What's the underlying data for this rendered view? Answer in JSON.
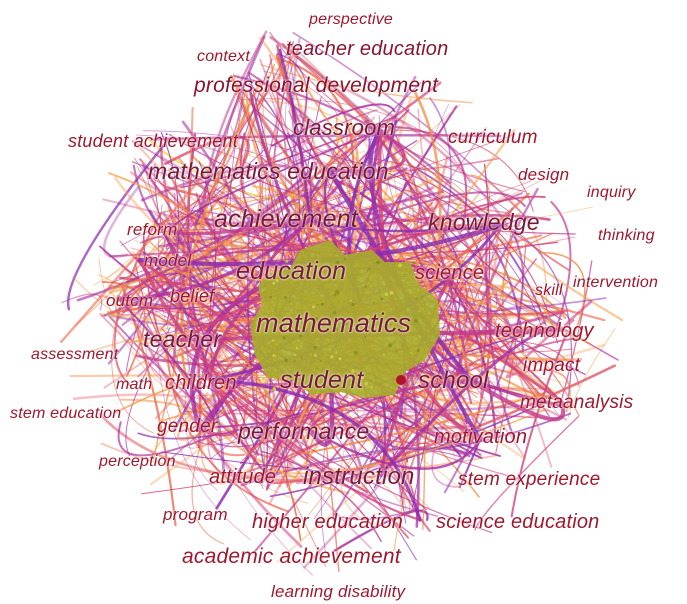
{
  "colors": {
    "label": "#a0182e",
    "label_dark": "#7a1a3a",
    "edge_palette": [
      "#f08a3c",
      "#f4a14a",
      "#ec6a4c",
      "#e05a6a",
      "#d0407a",
      "#c03a8c",
      "#a82ea0",
      "#8a2ab0",
      "#f5d13a"
    ],
    "core_fill": "#a7ad2a",
    "core_hub": "#b0142a"
  },
  "terms": {
    "perspective": "perspective",
    "teacher_education": "teacher education",
    "context": "context",
    "professional_development": "professional development",
    "student_achievement": "student achievement",
    "classroom": "classroom",
    "curriculum": "curriculum",
    "mathematics_education": "mathematics education",
    "design": "design",
    "inquiry": "inquiry",
    "achievement": "achievement",
    "knowledge": "knowledge",
    "reform": "reform",
    "thinking": "thinking",
    "model": "model",
    "education": "education",
    "science": "science",
    "skill": "skill",
    "intervention": "intervention",
    "outcm": "outcm",
    "belief": "belief",
    "mathematics": "mathematics",
    "technology": "technology",
    "assessment": "assessment",
    "teacher": "teacher",
    "impact": "impact",
    "math": "math",
    "children": "children",
    "student": "student",
    "school": "school",
    "stem_education": "stem education",
    "metaanalysis": "metaanalysis",
    "gender": "gender",
    "performance": "performance",
    "motivation": "motivation",
    "perception": "perception",
    "attitude": "attitude",
    "instruction": "instruction",
    "stem_experience": "stem experience",
    "program": "program",
    "higher_education": "higher education",
    "science_education": "science education",
    "academic_achievement": "academic achievement",
    "learning_disability": "learning disability"
  }
}
